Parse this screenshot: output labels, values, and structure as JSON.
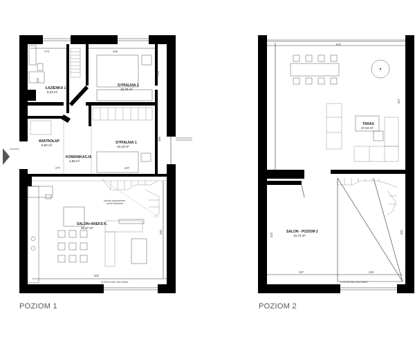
{
  "levels": [
    {
      "caption": "POZIOM 1",
      "rooms": [
        {
          "name": "ŁAZIENKA 1",
          "area": "5,33 m²"
        },
        {
          "name": "SYPIALNIA 2",
          "area": "15,78 m²"
        },
        {
          "name": "SYPIALNIA 1",
          "area": "10,18 m²"
        },
        {
          "name": "WIATROŁAP",
          "area": "5,80 m²"
        },
        {
          "name": "KOMUNIKACJA",
          "area": "4,88 m²"
        },
        {
          "name": "SALON+ANEKS K.",
          "area": "26,67 m²"
        }
      ],
      "dimensions": {
        "d174": "174",
        "d440": "440",
        "d277": "277",
        "d237": "237",
        "d620": "620",
        "d380": "380",
        "d482": "482",
        "d226": "226",
        "d123": "123"
      },
      "notes": {
        "stairs_note_1": "schody wykonawane",
        "stairs_note_2": "przez inwestora",
        "gallery": "PUSTKA NAD SALONEM"
      }
    },
    {
      "caption": "POZIOM 2",
      "rooms": [
        {
          "name": "TARAS",
          "area": "37,04 m²"
        },
        {
          "name": "SALON - POZIOM 2",
          "area": "15,74 m²"
        }
      ],
      "dimensions": {
        "d522": "522",
        "d607": "607",
        "d327": "327",
        "d236": "236",
        "d402": "402",
        "d482": "482"
      },
      "notes": {
        "gallery": "PUSTKA NAD SALONEM"
      }
    }
  ]
}
